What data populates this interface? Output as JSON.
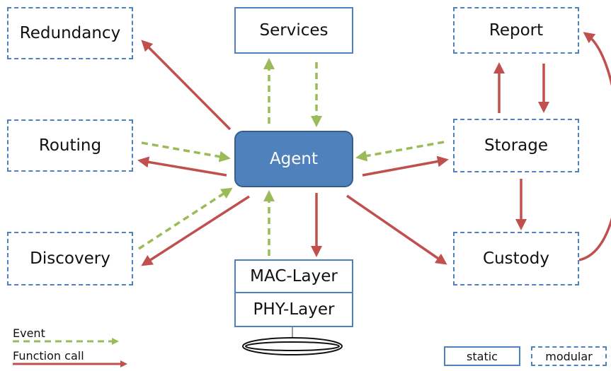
{
  "nodes": {
    "redundancy": "Redundancy",
    "services": "Services",
    "report": "Report",
    "routing": "Routing",
    "agent": "Agent",
    "storage": "Storage",
    "discovery": "Discovery",
    "custody": "Custody",
    "mac_layer": "MAC-Layer",
    "phy_layer": "PHY-Layer"
  },
  "legend": {
    "event": "Event",
    "function_call": "Function call",
    "static": "static",
    "modular": "modular"
  },
  "colors": {
    "event_arrow": "#9bbb59",
    "function_arrow": "#c0504d",
    "box_border": "#4f81bd",
    "agent_fill": "#4f81bd",
    "agent_border": "#385d8a"
  }
}
